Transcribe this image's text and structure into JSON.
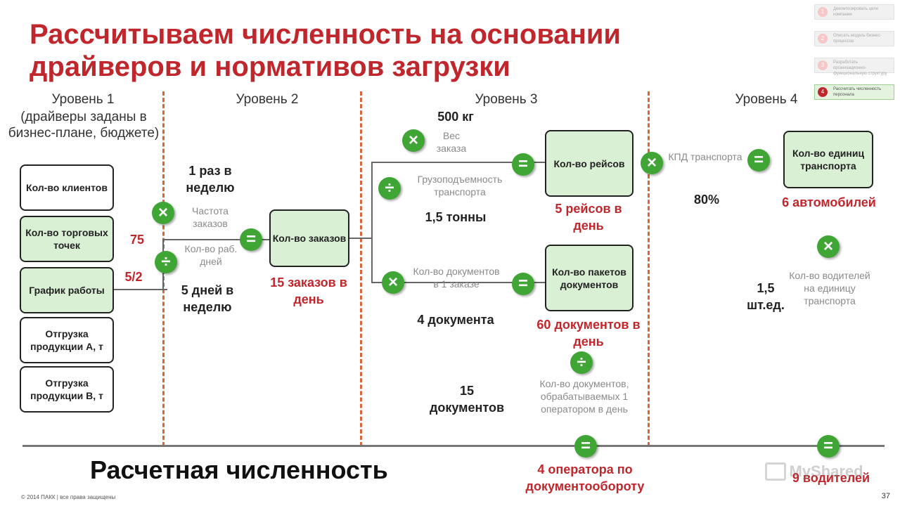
{
  "title": "Рассчитываем численность на основании драйверов и нормативов загрузки",
  "levels": {
    "l1": "Уровень 1",
    "l1_note": "(драйверы заданы в бизнес-плане, бюджете)",
    "l2": "Уровень 2",
    "l3": "Уровень 3",
    "l4": "Уровень 4"
  },
  "level1_boxes": [
    "Кол-во клиентов",
    "Кол-во торговых точек",
    "График работы",
    "Отгрузка продукции А, т",
    "Отгрузка продукции В, т"
  ],
  "level1_values": {
    "outlets": "75",
    "schedule": "5/2"
  },
  "level2": {
    "freq_value": "1 раз в неделю",
    "freq_label": "Частота заказов",
    "days_label": "Кол-во раб. дней",
    "days_value": "5 дней в неделю",
    "orders_box": "Кол-во заказов",
    "orders_result": "15 заказов в день"
  },
  "level3": {
    "weight_value": "500 кг",
    "weight_label": "Вес заказа",
    "capacity_label": "Грузоподъемность транспорта",
    "capacity_value": "1,5 тонны",
    "trips_box": "Кол-во рейсов",
    "trips_result": "5 рейсов в день",
    "docs_per_order_label": "Кол-во документов в 1 заказе",
    "docs_per_order_value": "4 документа",
    "packs_box": "Кол-во пакетов документов",
    "packs_result": "60 документов в день",
    "docs_per_operator_value": "15 документов",
    "docs_per_operator_label": "Кол-во документов, обрабатываемых 1 оператором в день",
    "operators_result": "4 оператора по документообороту"
  },
  "level4": {
    "kpd_label": "КПД транспорта",
    "kpd_value": "80%",
    "units_box": "Кол-во единиц транспорта",
    "units_result": "6 автомобилей",
    "drivers_label": "Кол-во водителей на единицу транспорта",
    "drivers_value": "1,5 шт.ед.",
    "drivers_result": "9 водителей"
  },
  "bottom": {
    "label": "Расчетная численность"
  },
  "footer": {
    "copyright": "© 2014 ПАКК | все права защищены",
    "page": "37"
  },
  "watermark": "MyShared",
  "mini_steps": [
    {
      "num": "1",
      "text": "Декомпозировать цепи компании"
    },
    {
      "num": "2",
      "text": "Описать модель бизнес-процессов"
    },
    {
      "num": "3",
      "text": "Разработать организационно-функциональную структуру"
    },
    {
      "num": "4",
      "text": "Рассчитать численность персонала"
    }
  ],
  "operators": {
    "multiply": "×",
    "divide": "÷",
    "equals": "="
  },
  "colors": {
    "accent_red": "#c0272d",
    "op_green": "#3fa535",
    "box_fill": "#d9f0d4",
    "divider": "#d9653b"
  }
}
